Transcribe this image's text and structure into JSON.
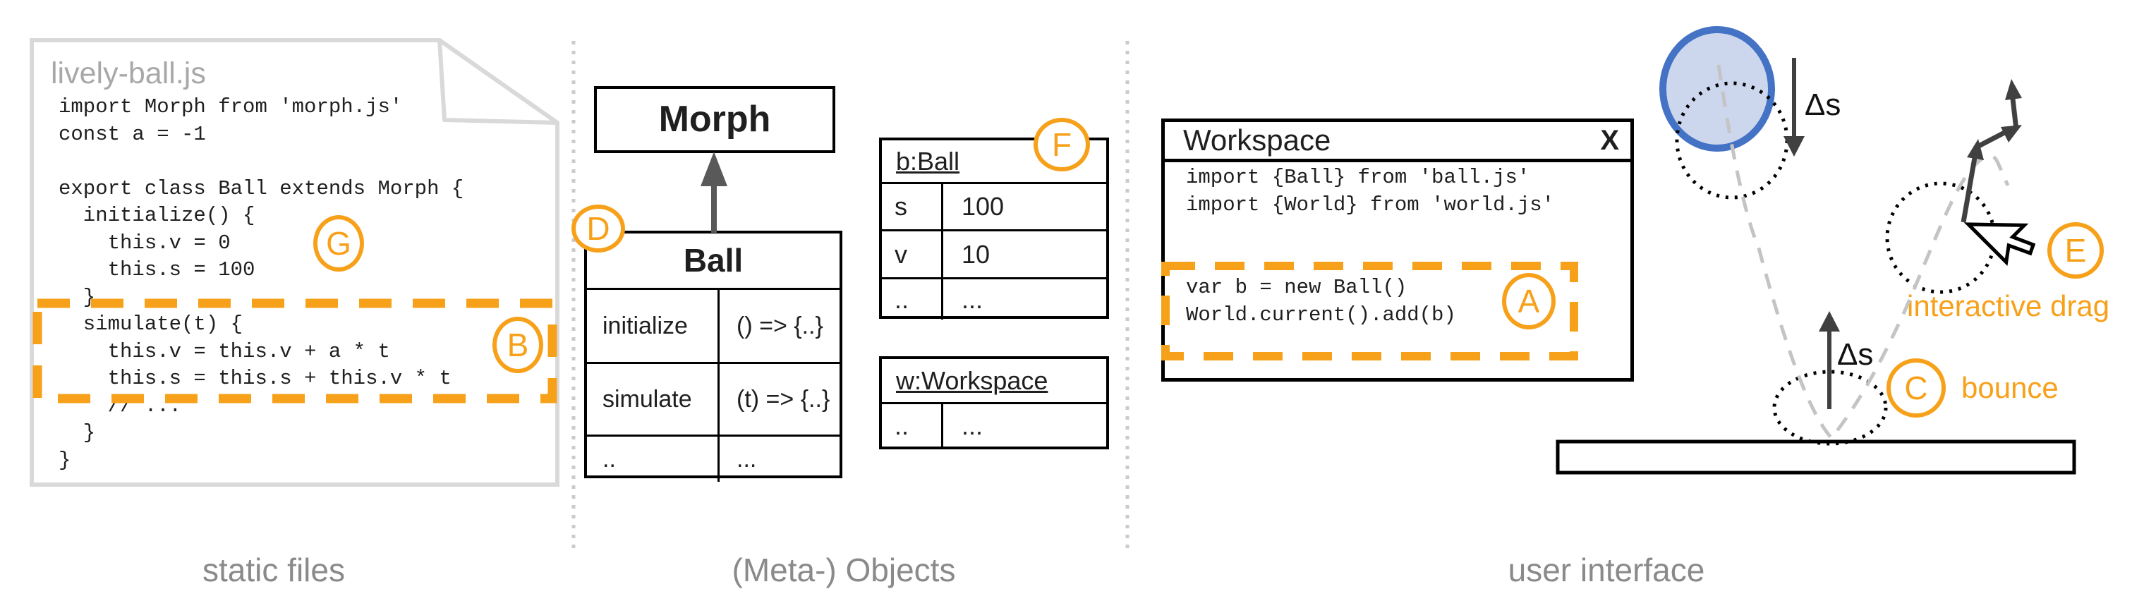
{
  "colors": {
    "accent_orange": "#f7a11a",
    "ball_border_blue": "#4472c4",
    "ball_fill_blue": "#ccd7ee",
    "arrow_dark_gray": "#595959",
    "trajectory_gray": "#c4c4c4",
    "muted_label_gray": "#8a8a8a",
    "file_border_gray": "#d9d9d9"
  },
  "static_files": {
    "section_label": "static files",
    "file_name": "lively-ball.js",
    "file_code": "import Morph from 'morph.js'\nconst a = -1\n\nexport class Ball extends Morph {\n  initialize() {\n    this.v = 0\n    this.s = 100\n  }\n  simulate(t) {\n    this.v = this.v + a * t\n    this.s = this.s + this.v * t\n    // ...\n  }\n}",
    "badge_g": "G",
    "badge_b": "B"
  },
  "meta_objects": {
    "section_label": "(Meta-) Objects",
    "badge_d": "D",
    "badge_f": "F",
    "superclass_name": "Morph",
    "class_table": {
      "title": "Ball",
      "rows": [
        {
          "key": "initialize",
          "value": "() => {..}"
        },
        {
          "key": "simulate",
          "value": "(t) => {..}"
        },
        {
          "key": "..",
          "value": "..."
        }
      ]
    },
    "instance_table": {
      "title": "b:Ball",
      "rows": [
        {
          "key": "s",
          "value": "100"
        },
        {
          "key": "v",
          "value": "10"
        },
        {
          "key": "..",
          "value": "..."
        }
      ]
    },
    "workspace_table": {
      "title": "w:Workspace",
      "rows": [
        {
          "key": "..",
          "value": "..."
        }
      ]
    }
  },
  "user_interface": {
    "section_label": "user interface",
    "window": {
      "title": "Workspace",
      "close_label": "X",
      "imports_code": "import {Ball} from 'ball.js'\nimport {World} from 'world.js'",
      "snippet_code": "var b = new Ball()\nWorld.current().add(b)",
      "badge_a": "A"
    },
    "physics": {
      "delta_s_down": "Δs",
      "delta_s_up": "Δs",
      "badge_c": "C",
      "bounce_label": "bounce",
      "badge_e": "E",
      "drag_label": "interactive drag"
    }
  }
}
